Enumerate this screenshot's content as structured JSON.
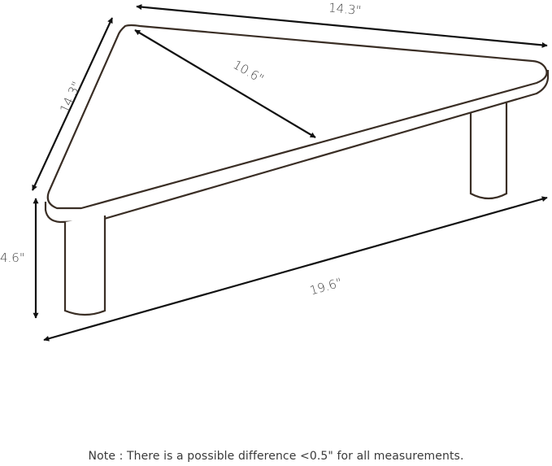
{
  "dimensions": {
    "top_width": "14.3\"",
    "side_length": "14.3\"",
    "depth": "10.6\"",
    "height": "4.6\"",
    "front_width": "19.6\""
  },
  "note": "Note : There is a possible difference <0.5\" for all measurements."
}
